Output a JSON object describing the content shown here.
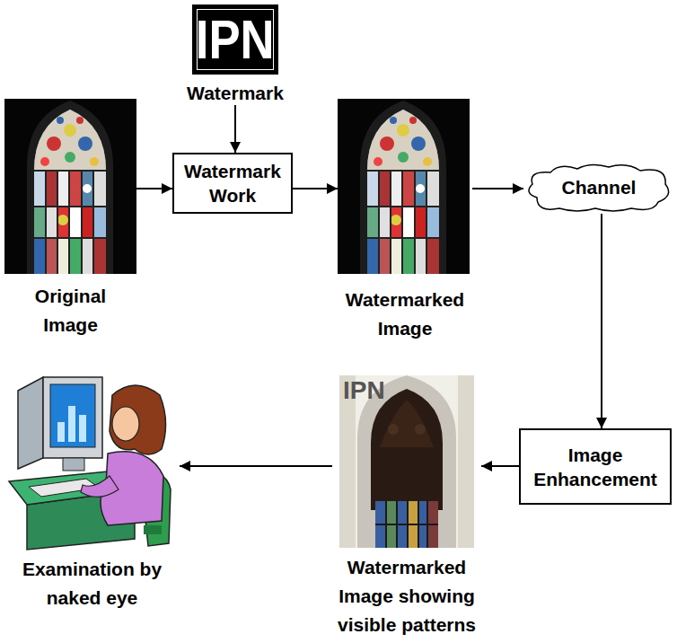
{
  "diagram": {
    "nodes": [
      {
        "text": [
          "IPN",
          "Watermark"
        ]
      },
      {
        "text": [
          "Original Image"
        ]
      },
      {
        "text": [
          "Watermark Work"
        ]
      },
      {
        "text": [
          "Watermarked Image"
        ]
      },
      {
        "text": [
          "Channel"
        ]
      },
      {
        "text": [
          "Examination by naked eye"
        ]
      },
      {
        "text": [
          "Watermarked Image showing visible patterns"
        ]
      },
      {
        "text": [
          "Image Enhancement"
        ]
      }
    ],
    "edges": [
      {
        "from": 0,
        "to": 2,
        "arrow": "to"
      },
      {
        "from": 1,
        "to": 2,
        "arrow": "to"
      },
      {
        "from": 2,
        "to": 3,
        "arrow": "to"
      },
      {
        "from": 3,
        "to": 4,
        "arrow": "to"
      },
      {
        "from": 4,
        "to": 7,
        "arrow": "to"
      },
      {
        "from": 7,
        "to": 6,
        "arrow": "to"
      },
      {
        "from": 6,
        "to": 5,
        "arrow": "to"
      }
    ],
    "labels": [
      "IPN"
    ]
  }
}
